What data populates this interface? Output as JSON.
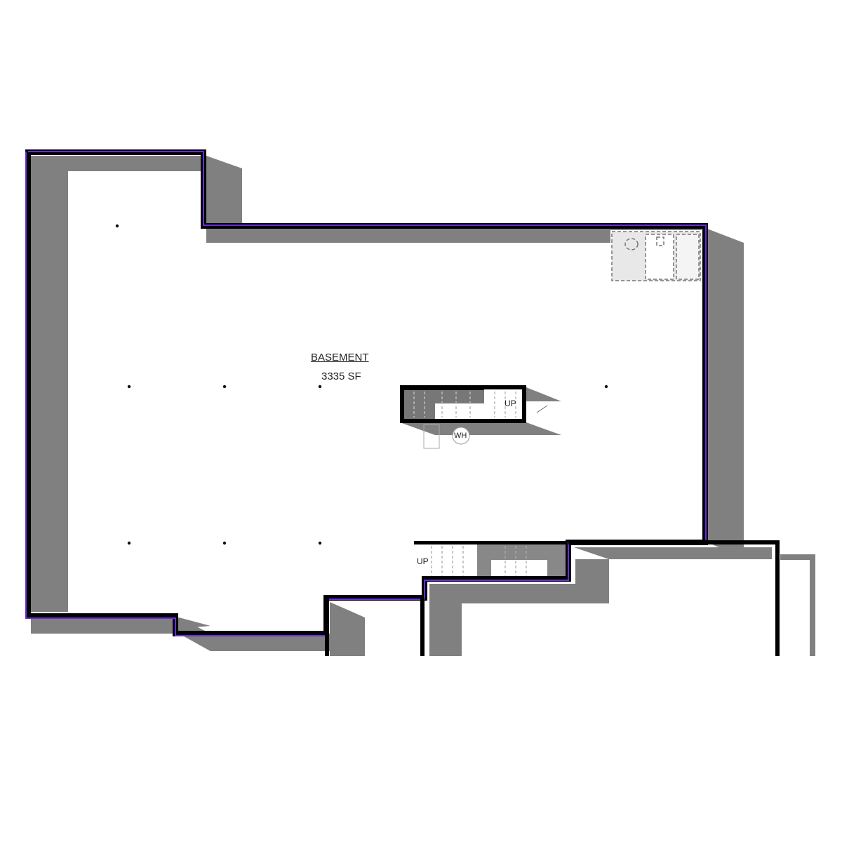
{
  "room": {
    "name": "BASEMENT",
    "area": "3335 SF"
  },
  "stairs": [
    {
      "label": "UP"
    },
    {
      "label": "UP"
    }
  ],
  "fixtures": {
    "water_heater": "WH"
  },
  "colors": {
    "wall": "#000000",
    "shadow": "#808080",
    "outline": "#6a2ce0",
    "floor": "#ffffff"
  }
}
